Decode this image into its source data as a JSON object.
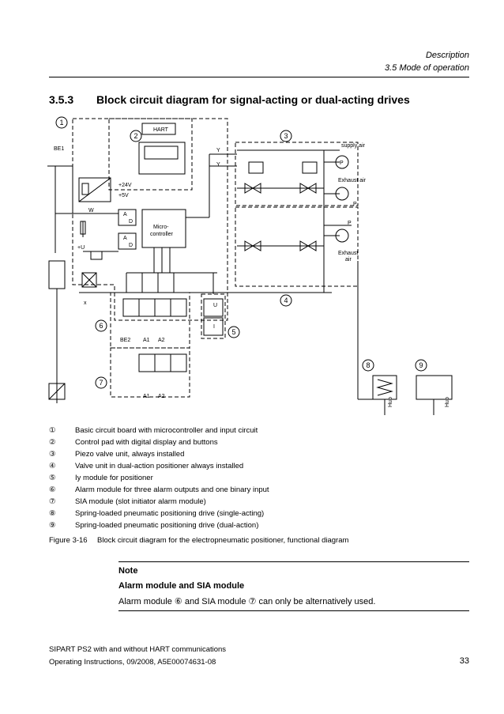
{
  "header": {
    "section": "Description",
    "subsection": "3.5 Mode of operation"
  },
  "section": {
    "number": "3.5.3",
    "title": "Block circuit diagram for signal-acting or dual-acting drives"
  },
  "diagram": {
    "callouts": [
      "1",
      "2",
      "3",
      "4",
      "5",
      "6",
      "7",
      "8",
      "9"
    ],
    "labels": {
      "hart": "HART",
      "be1": "BE1",
      "microcontroller_1": "Micro-",
      "microcontroller_2": "controller",
      "v24": "+24V",
      "v5": "+5V",
      "u_plus": "+U",
      "w": "W",
      "a": "A",
      "d": "D",
      "supply_air": "supply air",
      "exhaust_air": "Exhaust air",
      "exhaust": "Exhaust",
      "air": "air",
      "y1": "Y",
      "y2": "Y",
      "p1": "P",
      "p2": "P",
      "pz": "P",
      "x": "x",
      "be2": "BE2",
      "a1": "A1",
      "a2": "A2",
      "a1b": "A1",
      "a2b": "A2",
      "hub": "Hub",
      "i": "I",
      "u": "U"
    }
  },
  "legend": [
    {
      "num": "①",
      "text": "Basic circuit board with microcontroller and input circuit"
    },
    {
      "num": "②",
      "text": "Control pad with digital display and buttons"
    },
    {
      "num": "③",
      "text": "Piezo valve unit, always installed"
    },
    {
      "num": "④",
      "text": "Valve unit in dual-action positioner always installed"
    },
    {
      "num": "⑤",
      "text": "Iy module for positioner"
    },
    {
      "num": "⑥",
      "text": "Alarm module for three alarm outputs and one binary input"
    },
    {
      "num": "⑦",
      "text": "SIA module (slot initiator alarm module)"
    },
    {
      "num": "⑧",
      "text": "Spring-loaded pneumatic positioning drive (single-acting)"
    },
    {
      "num": "⑨",
      "text": "Spring-loaded pneumatic positioning drive (dual-action)"
    }
  ],
  "figure": {
    "label": "Figure 3-16",
    "caption": "Block circuit diagram for the electropneumatic positioner, functional diagram"
  },
  "note": {
    "title": "Note",
    "subtitle": "Alarm module and SIA module",
    "text": "Alarm module ⑥ and SIA module ⑦ can only be alternatively used."
  },
  "footer": {
    "line1": "SIPART PS2 with and without HART communications",
    "line2": "Operating Instructions, 09/2008, A5E00074631-08",
    "page": "33"
  }
}
